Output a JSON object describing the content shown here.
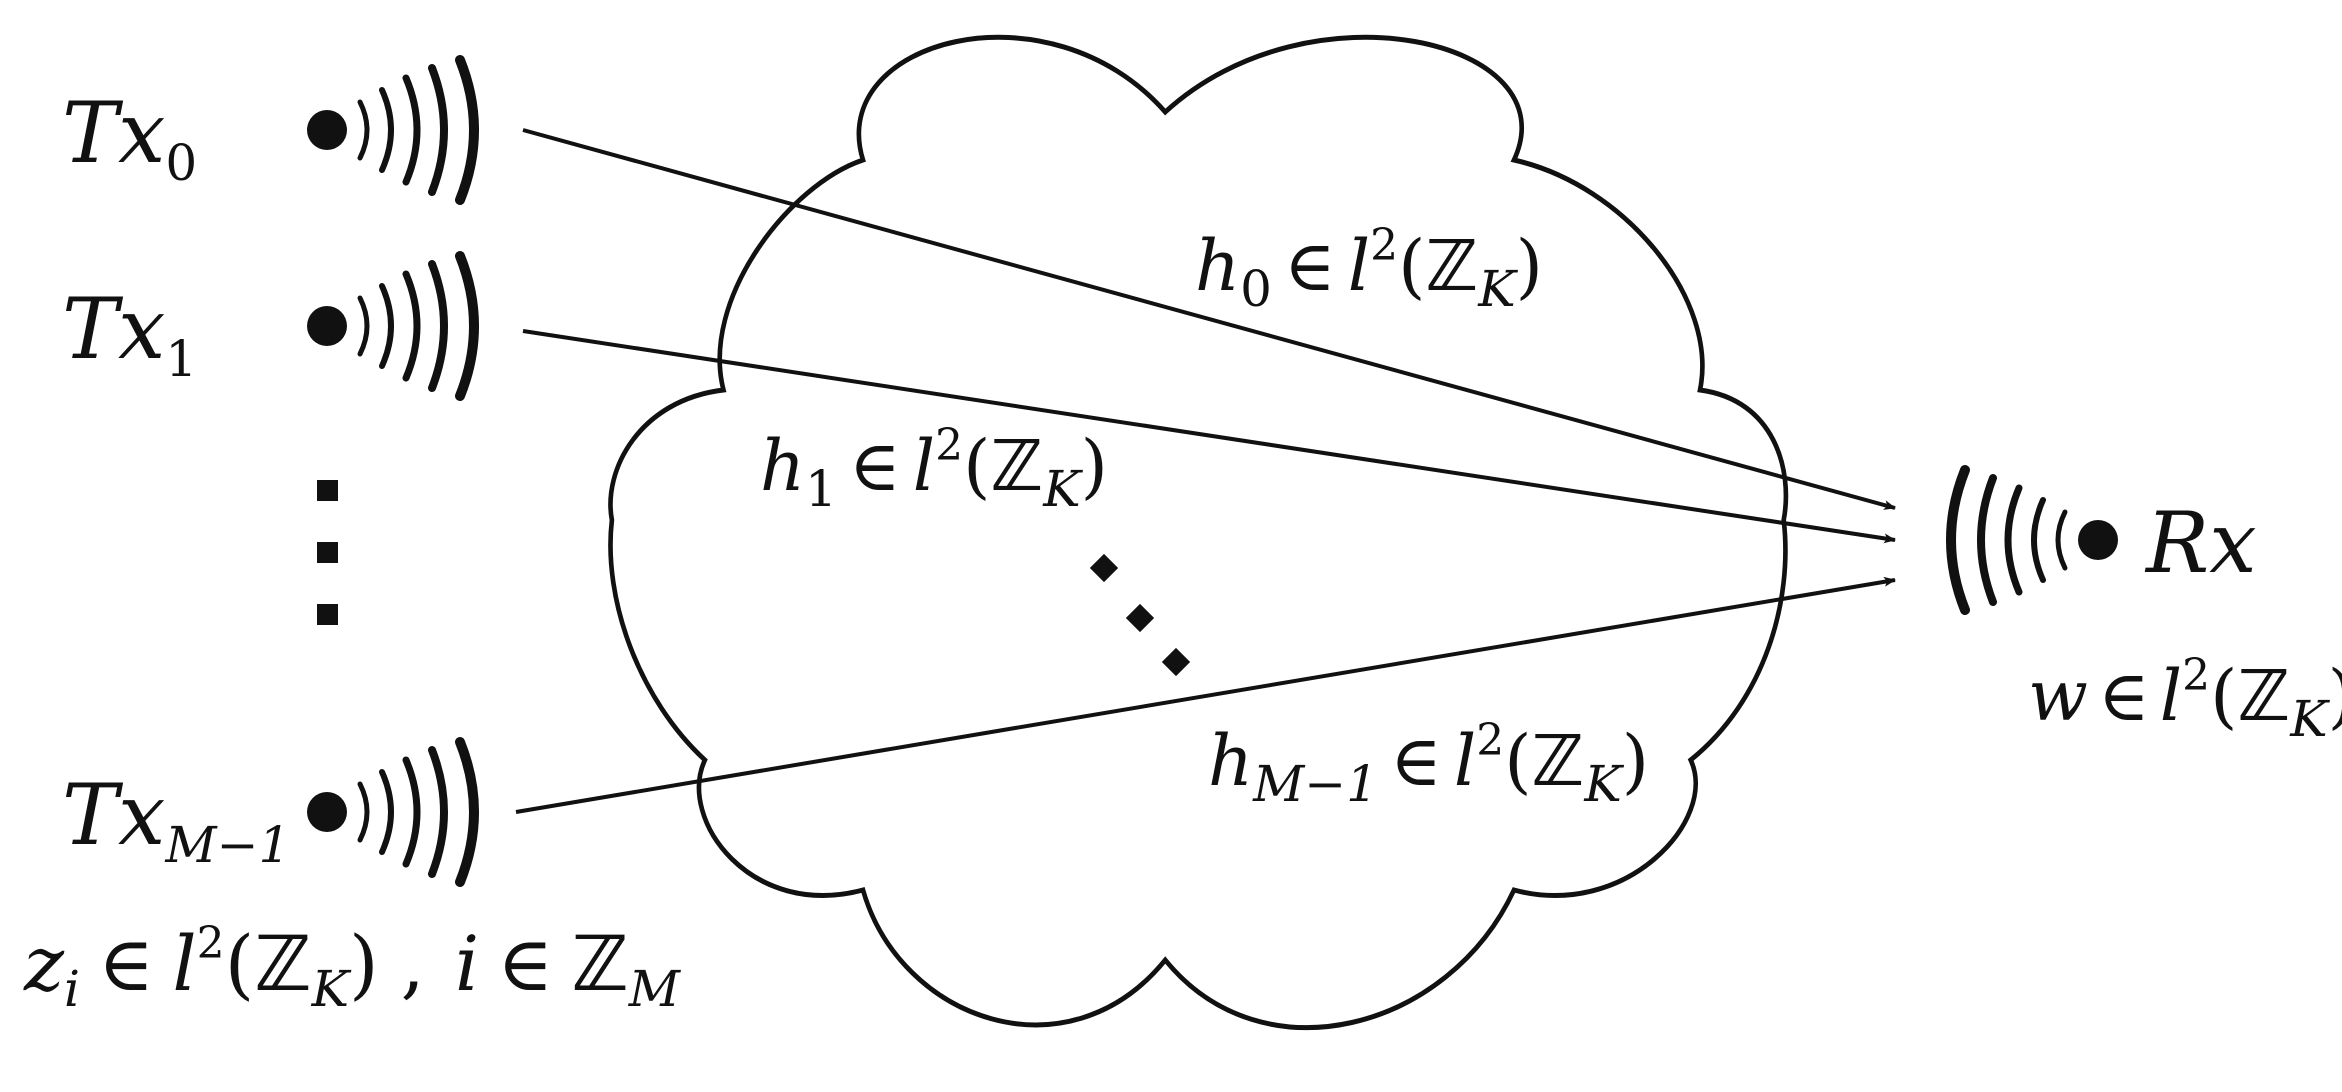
{
  "colors": {
    "ink": "#111111",
    "background": "#ffffff"
  },
  "transmitters": [
    {
      "base": "Tx",
      "sub": "0"
    },
    {
      "base": "Tx",
      "sub": "1"
    },
    {
      "base": "Tx",
      "sub": "M−1"
    }
  ],
  "receiver": {
    "label": "Rx"
  },
  "channels": [
    {
      "h": "h",
      "sub": "0",
      "rel": "∈",
      "l": "l",
      "sup": "2",
      "open": "(",
      "Z": "ℤ",
      "zsub": "K",
      "close": ")"
    },
    {
      "h": "h",
      "sub": "1",
      "rel": "∈",
      "l": "l",
      "sup": "2",
      "open": "(",
      "Z": "ℤ",
      "zsub": "K",
      "close": ")"
    },
    {
      "h": "h",
      "sub": "M−1",
      "rel": "∈",
      "l": "l",
      "sup": "2",
      "open": "(",
      "Z": "ℤ",
      "zsub": "K",
      "close": ")"
    }
  ],
  "receiver_signal": {
    "w": "w",
    "rel": "∈",
    "l": "l",
    "sup": "2",
    "open": "(",
    "Z": "ℤ",
    "zsub": "K",
    "close": ")"
  },
  "input_signal": {
    "z": "z",
    "zsub": "i",
    "rel": "∈",
    "l": "l",
    "sup": "2",
    "open": "(",
    "Z": "ℤ",
    "Zsub": "K",
    "close": ")",
    "sep": ",",
    "i": "i",
    "rel2": "∈",
    "Z2": "ℤ",
    "Z2sub": "M"
  },
  "icons": {
    "antenna": "antenna-wave-icon",
    "vdots": "vertical-ellipsis-icon",
    "ddots": "diagonal-ellipsis-icon",
    "cloud": "cloud-shape",
    "arrow": "arrow"
  }
}
